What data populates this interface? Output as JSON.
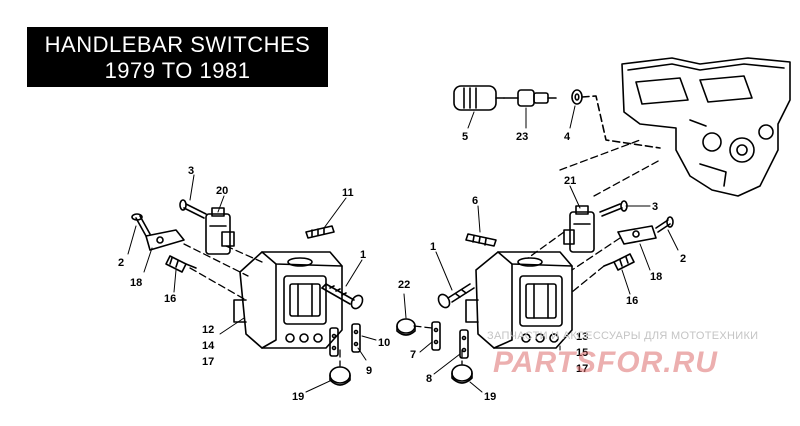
{
  "title": {
    "line1": "HANDLEBAR SWITCHES",
    "line2": "1979 TO 1981"
  },
  "callouts": {
    "c1_left": "1",
    "c1_right": "1",
    "c2_left": "2",
    "c2_right": "2",
    "c3_left": "3",
    "c3_right": "3",
    "c4": "4",
    "c5": "5",
    "c6": "6",
    "c7": "7",
    "c8": "8",
    "c9": "9",
    "c10": "10",
    "c11": "11",
    "c12_14_17": [
      "12",
      "14",
      "17"
    ],
    "c13_15_17": [
      "13",
      "15",
      "17"
    ],
    "c16_left": "16",
    "c16_right": "16",
    "c18_left": "18",
    "c18_right": "18",
    "c19_left": "19",
    "c19_right": "19",
    "c20": "20",
    "c21": "21",
    "c22": "22",
    "c23": "23"
  },
  "watermark": {
    "subtitle": "ЗАПЧАСТИ И АКСЕССУАРЫ ДЛЯ МОТОТЕХНИКИ",
    "brand": "PARTSFOR.RU"
  }
}
